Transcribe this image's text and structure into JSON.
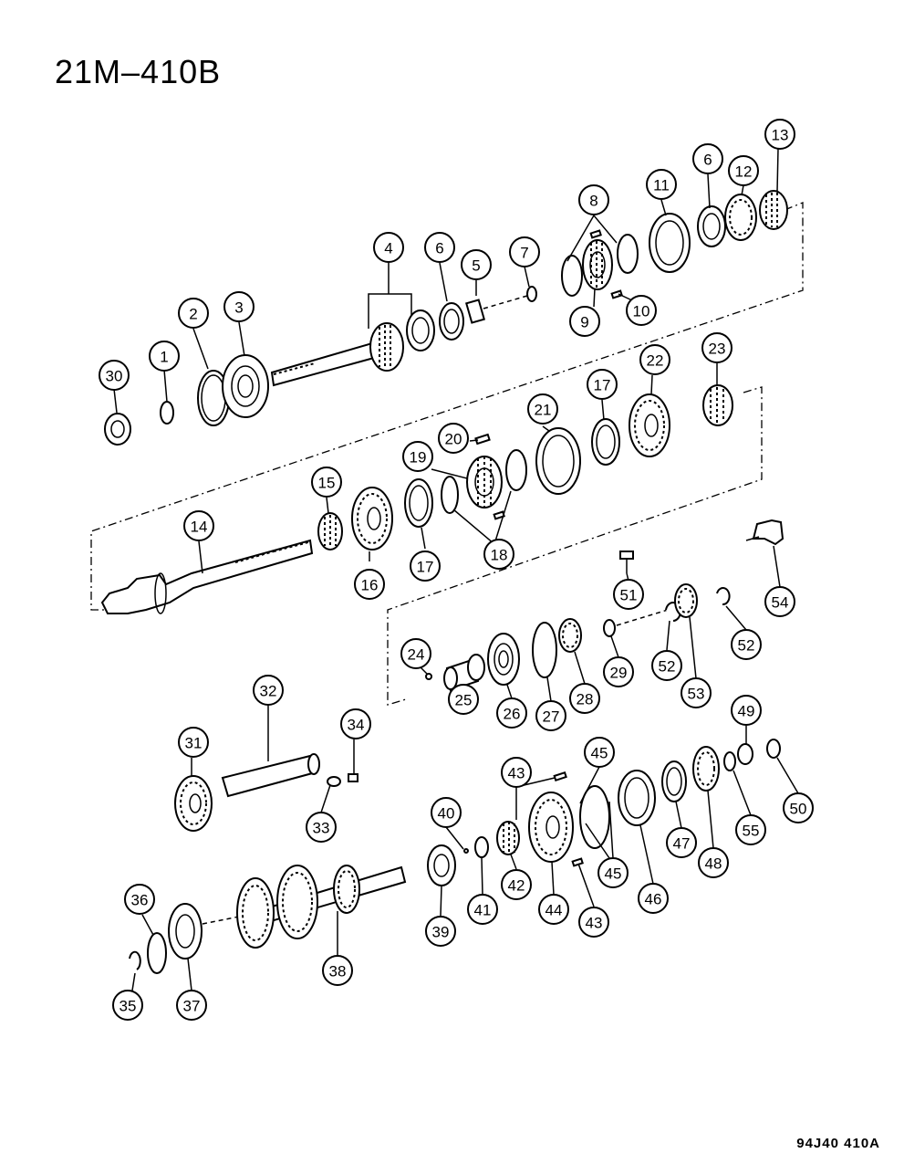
{
  "title": "21M–410B",
  "figure_code": "94J40 410A",
  "callouts": [
    "1",
    "2",
    "3",
    "4",
    "5",
    "6",
    "7",
    "8",
    "9",
    "10",
    "11",
    "6",
    "12",
    "13",
    "14",
    "15",
    "16",
    "17",
    "18",
    "19",
    "20",
    "21",
    "17",
    "22",
    "23",
    "24",
    "25",
    "26",
    "27",
    "28",
    "29",
    "30",
    "31",
    "32",
    "33",
    "34",
    "35",
    "36",
    "37",
    "38",
    "39",
    "40",
    "41",
    "42",
    "43",
    "43",
    "44",
    "45",
    "45",
    "46",
    "47",
    "48",
    "49",
    "50",
    "51",
    "52",
    "52",
    "53",
    "54",
    "55"
  ]
}
